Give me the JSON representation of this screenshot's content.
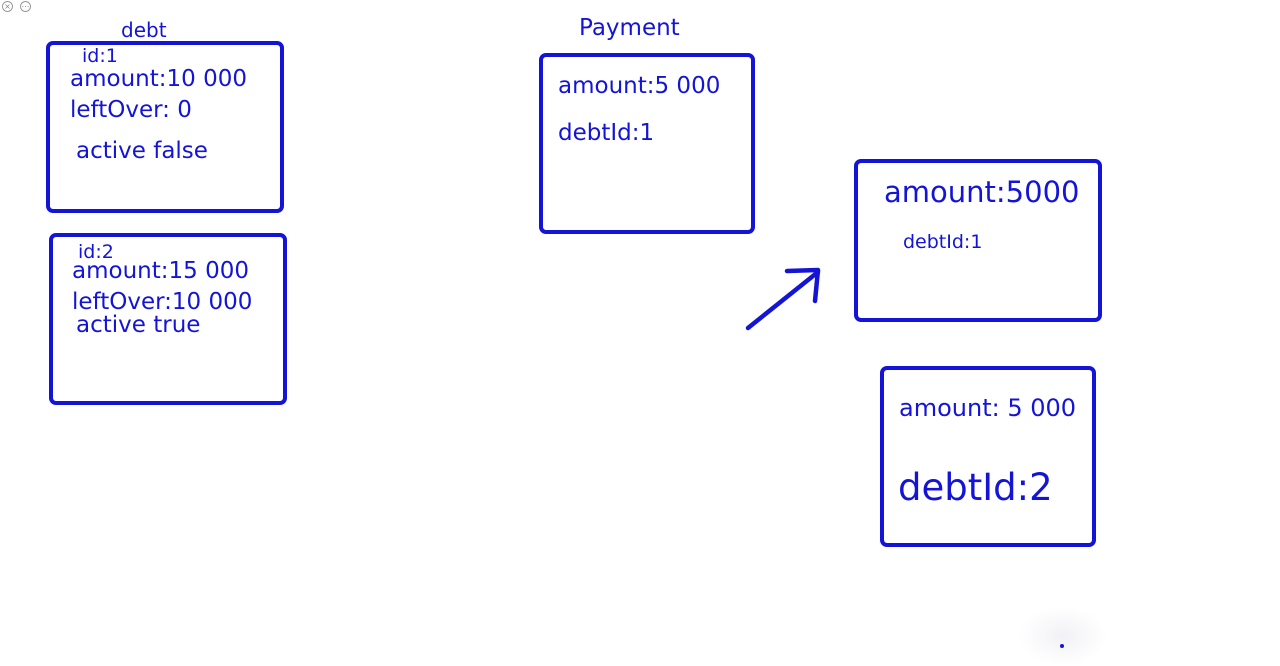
{
  "window": {
    "close_glyph": "×",
    "more_glyph": "⋯"
  },
  "debt": {
    "title": "debt",
    "cards": [
      {
        "id": "id:1",
        "amount": "amount:10 000",
        "leftover": "leftOver: 0",
        "active": "active false"
      },
      {
        "id": "id:2",
        "amount": "amount:15 000",
        "leftover": "leftOver:10 000",
        "active": "active true"
      }
    ]
  },
  "payment": {
    "title": "Payment",
    "card": {
      "amount": "amount:5 000",
      "debt_id": "debtId:1"
    }
  },
  "split": {
    "cards": [
      {
        "amount": "amount:5000",
        "debt_id": "debtId:1"
      },
      {
        "amount": "amount: 5 000",
        "debt_id": "debtId:2"
      }
    ]
  },
  "colors": {
    "ink": "#1414d6",
    "background": "#ffffff"
  },
  "icons": {
    "arrow": "arrow-up-right-icon"
  }
}
